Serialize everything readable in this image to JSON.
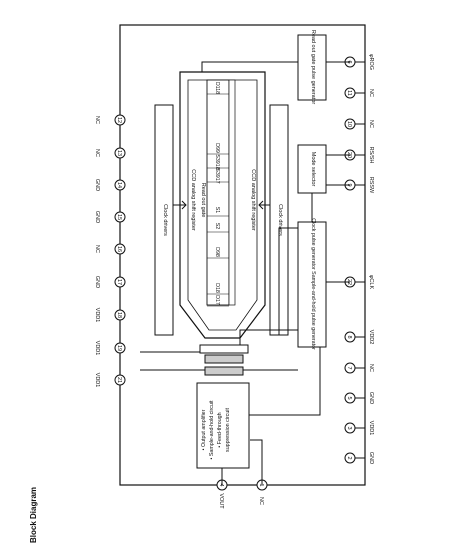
{
  "title": "Block Diagram",
  "left_pins": [
    {
      "num": "12",
      "label": "NC"
    },
    {
      "num": "13",
      "label": "NC"
    },
    {
      "num": "14",
      "label": "GND"
    },
    {
      "num": "15",
      "label": "GND"
    },
    {
      "num": "16",
      "label": "NC"
    },
    {
      "num": "17",
      "label": "GND"
    },
    {
      "num": "18",
      "label": "VDD1"
    },
    {
      "num": "19",
      "label": "VDD1"
    },
    {
      "num": "21",
      "label": "VDD1"
    }
  ],
  "right_pins": [
    {
      "num": "6",
      "label": "φROG"
    },
    {
      "num": "11",
      "label": "NC"
    },
    {
      "num": "10",
      "label": "NC"
    },
    {
      "num": "20",
      "label": "RS/SH"
    },
    {
      "num": "9",
      "label": "RSSW"
    },
    {
      "num": "22",
      "label": "φCLK"
    },
    {
      "num": "8",
      "label": "VDD2"
    },
    {
      "num": "7",
      "label": "NC"
    },
    {
      "num": "5",
      "label": "GND"
    },
    {
      "num": "3",
      "label": "VDD1"
    },
    {
      "num": "2",
      "label": "GND"
    }
  ],
  "bottom_pins": [
    {
      "num": "4",
      "label": "VOUT"
    },
    {
      "num": "1",
      "label": "NC"
    }
  ],
  "blocks": {
    "readout_gate_pulse_gen": "Read out gate pulse generator",
    "mode_selector": "Mode selector",
    "clock_sh_pulse_gen": "Clock pulse generator Sample-and-hold pulse generator",
    "clock_drivers_left": "Clock drivers",
    "clock_drivers_right": "Clock drivers",
    "ccd_shift_register_left": "CCD analog shift register",
    "ccd_shift_register_right": "CCD analog shift register",
    "readout_gate": "Read out gate",
    "output_amp": [
      "• Output amplifier",
      "• Sample-and-hold circuit",
      "• Feed-through",
      "  suppression circuit"
    ]
  },
  "pixel_labels": [
    "D118",
    "D99",
    "S3918",
    "S3917",
    "S1",
    "S2",
    "D98",
    "D18",
    "D17"
  ]
}
